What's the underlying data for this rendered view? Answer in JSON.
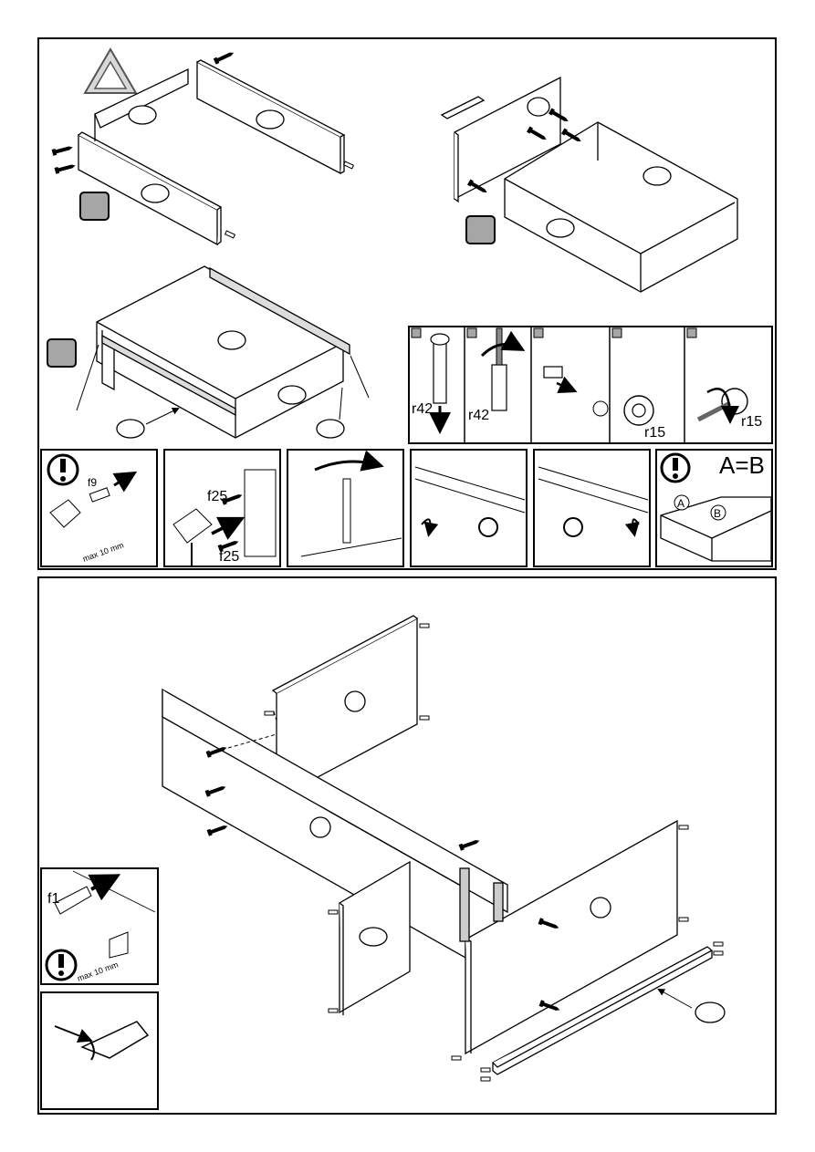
{
  "labels": {
    "r42_a": "r42",
    "r42_b": "r42",
    "r15_a": "r15",
    "r15_b": "r15",
    "f9": "f9",
    "f25_a": "f25",
    "f25_b": "f25",
    "ab": "A=B",
    "a": "A",
    "b": "B",
    "max_a": "max 10 mm",
    "f1": "f1",
    "max_b": "max 10 mm"
  }
}
